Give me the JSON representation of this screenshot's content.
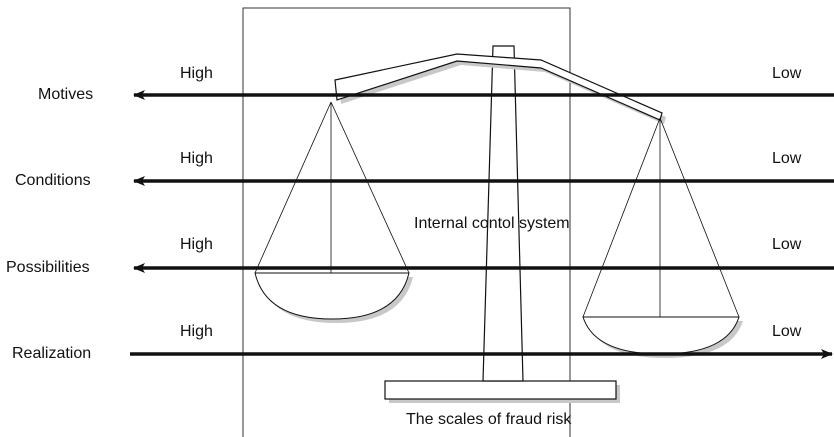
{
  "colors": {
    "stroke": "#111111",
    "shadow": "#c8c8c8",
    "background": "#ffffff"
  },
  "rows": [
    {
      "name": "Motives",
      "left": "High",
      "right": "Low",
      "direction": "left"
    },
    {
      "name": "Conditions",
      "left": "High",
      "right": "Low",
      "direction": "left"
    },
    {
      "name": "Possibilities",
      "left": "High",
      "right": "Low",
      "direction": "left"
    },
    {
      "name": "Realization",
      "left": "High",
      "right": "Low",
      "direction": "right"
    }
  ],
  "center_label": "Internal contol system",
  "caption": "The scales of fraud risk"
}
